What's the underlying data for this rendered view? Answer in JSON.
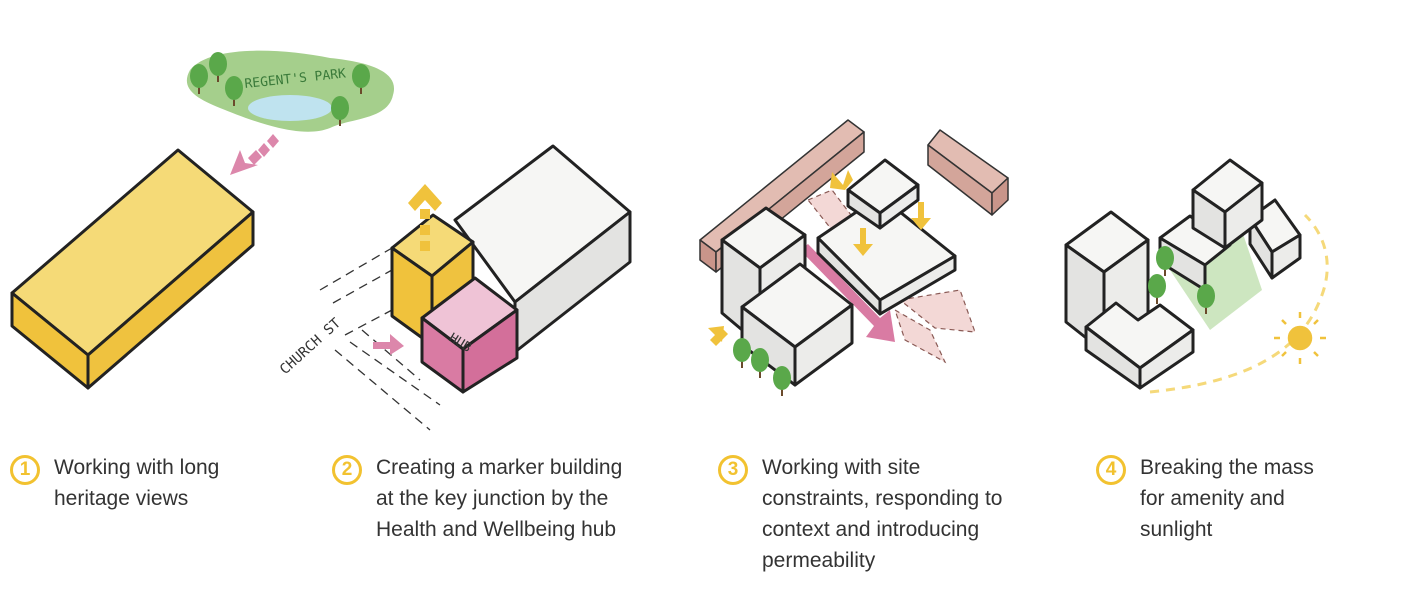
{
  "labels": {
    "park": "REGENT'S PARK",
    "hub": "HUB",
    "street": "CHURCH ST"
  },
  "steps": [
    {
      "number": "1",
      "lines": [
        "Working with long",
        "heritage views"
      ]
    },
    {
      "number": "2",
      "lines": [
        "Creating a marker building",
        "at the key junction by the",
        "Health and Wellbeing hub"
      ]
    },
    {
      "number": "3",
      "lines": [
        "Working with site",
        "constraints, responding to",
        "context and introducing",
        "permeability"
      ]
    },
    {
      "number": "4",
      "lines": [
        "Breaking the mass",
        "for amenity and",
        "sunlight"
      ]
    }
  ],
  "colors": {
    "yellow_top": "#f5da77",
    "yellow_side": "#f0c23c",
    "pink_arrow": "#dc87ab",
    "hub_top": "#efc3d6",
    "hub_side": "#d97ba3",
    "grey_top": "#f6f6f4",
    "grey_side": "#e3e3e1",
    "brick": "#d9aea4",
    "tree": "#5aa84a",
    "park": "#a5cf8c",
    "water": "#bfe3ef",
    "number": "#f2c230",
    "text": "#333333"
  }
}
